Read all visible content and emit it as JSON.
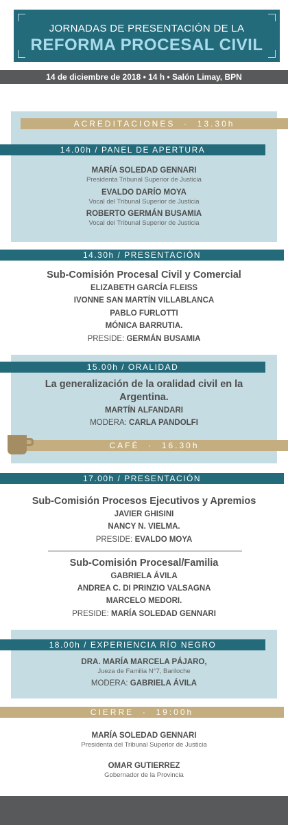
{
  "header": {
    "line1": "JORNADAS DE PRESENTACIÓN DE LA",
    "line2": "REFORMA PROCESAL CIVIL"
  },
  "date_line": "14 de diciembre de 2018 • 14 h • Salón Limay, BPN",
  "accreditation": {
    "label": "ACREDITACIONES",
    "time": "13.30h"
  },
  "opening": {
    "header": "14.00h / PANEL DE APERTURA",
    "people": [
      {
        "name": "MARÍA SOLEDAD GENNARI",
        "role": "Presidenta Tribunal Superior de Justicia"
      },
      {
        "name": "EVALDO DARÍO MOYA",
        "role": "Vocal del Tribunal Superior de Justicia"
      },
      {
        "name": "ROBERTO GERMÁN BUSAMIA",
        "role": "Vocal del Tribunal Superior de Justicia"
      }
    ]
  },
  "presentation1": {
    "header": "14.30h / PRESENTACIÓN",
    "title": "Sub-Comisión Procesal Civil y Comercial",
    "members": [
      "ELIZABETH GARCÍA FLEISS",
      "IVONNE SAN MARTÍN VILLABLANCA",
      "PABLO FURLOTTI",
      "MÓNICA BARRUTIA."
    ],
    "preside_label": "PRESIDE:",
    "preside_name": "GERMÁN BUSAMIA"
  },
  "orality": {
    "header": "15.00h / ORALIDAD",
    "title_l1": "La generalización de la oralidad civil en la",
    "title_l2": "Argentina.",
    "speaker": "MARTÍN ALFANDARI",
    "moderator_label": "MODERA:",
    "moderator_name": "CARLA PANDOLFI"
  },
  "coffee": {
    "label": "CAFÉ",
    "time": "16.30h",
    "icon": "coffee-cup-icon"
  },
  "presentation2": {
    "header": "17.00h / PRESENTACIÓN",
    "group1": {
      "title": "Sub-Comisión Procesos Ejecutivos y Apremios",
      "members": [
        "JAVIER GHISINI",
        "NANCY N. VIELMA."
      ],
      "preside_label": "PRESIDE:",
      "preside_name": "EVALDO MOYA"
    },
    "group2": {
      "title": "Sub-Comisión Procesal/Familia",
      "members": [
        "GABRIELA ÁVILA",
        "ANDREA C. DI PRINZIO VALSAGNA",
        "MARCELO MEDORI."
      ],
      "preside_label": "PRESIDE:",
      "preside_name": "MARÍA SOLEDAD GENNARI"
    }
  },
  "experience": {
    "header": "18.00h / EXPERIENCIA RÍO NEGRO",
    "speaker": "DRA. MARÍA MARCELA PÁJARO,",
    "speaker_role": "Jueza de Familia N°7, Bariloche",
    "moderator_label": "MODERA:",
    "moderator_name": "GABRIELA ÁVILA"
  },
  "closing": {
    "label": "CIERRE",
    "time": "19:00h",
    "people": [
      {
        "name": "MARÍA SOLEDAD GENNARI",
        "role": "Presidenta del Tribunal Superior de Justicia"
      },
      {
        "name": "OMAR GUTIERREZ",
        "role": "Gobernador de la Provincia"
      }
    ]
  },
  "colors": {
    "teal": "#236a7a",
    "gold": "#c4ad7e",
    "light_blue": "#c5dce2",
    "gray": "#58595b"
  }
}
